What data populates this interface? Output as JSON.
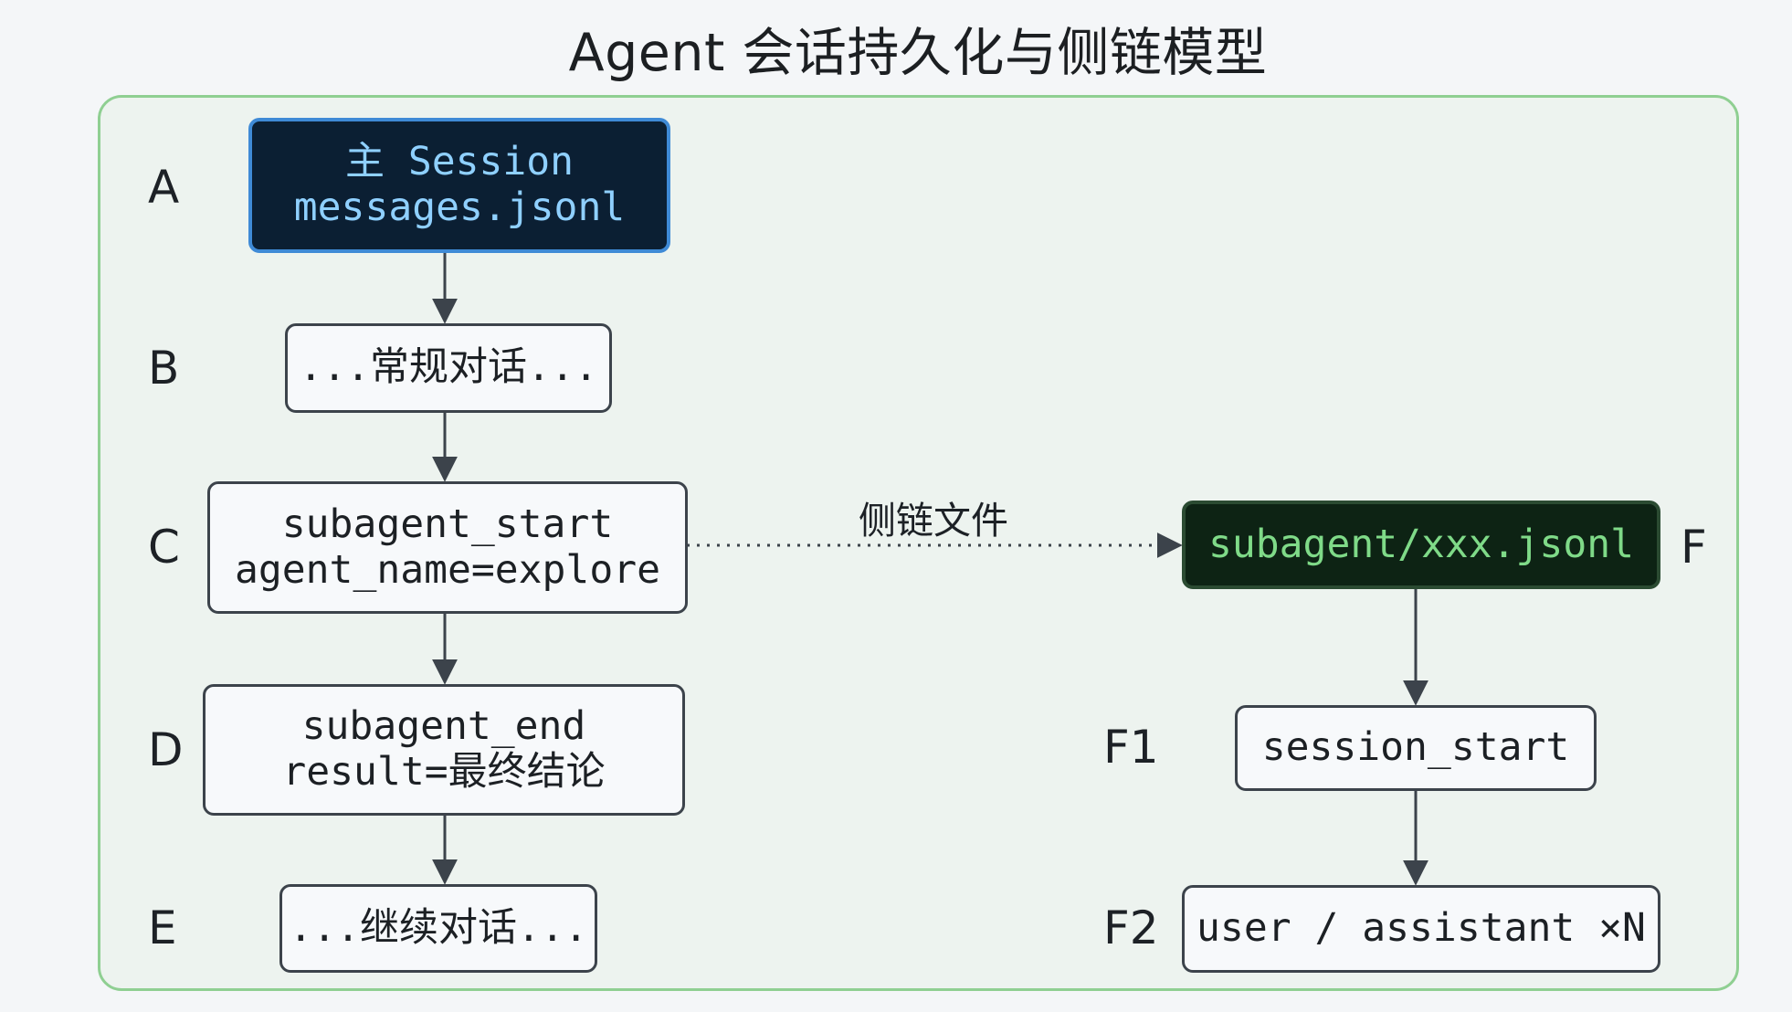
{
  "title": "Agent 会话持久化与侧链模型",
  "colors": {
    "panel_border": "#8fcf92",
    "panel_fill": "#edf3ef",
    "main_node_fill": "#0b1f33",
    "main_node_border": "#3f8ad6",
    "main_node_text": "#8fd0ff",
    "side_node_fill": "#0d2314",
    "side_node_text": "#7fda88",
    "arrow": "#3c434b"
  },
  "labels": {
    "A": "A",
    "B": "B",
    "C": "C",
    "D": "D",
    "E": "E",
    "F": "F",
    "F1": "F1",
    "F2": "F2"
  },
  "nodes": {
    "A": {
      "line1": "主 Session",
      "line2": "messages.jsonl"
    },
    "B": {
      "line1": "...常规对话..."
    },
    "C": {
      "line1": "subagent_start",
      "line2": "agent_name=explore"
    },
    "D": {
      "line1": "subagent_end",
      "line2": "result=最终结论"
    },
    "E": {
      "line1": "...继续对话..."
    },
    "F": {
      "line1": "subagent/xxx.jsonl"
    },
    "F1": {
      "line1": "session_start"
    },
    "F2": {
      "line1": "user / assistant ×N"
    }
  },
  "edges": {
    "C_to_F": {
      "label": "侧链文件",
      "style": "dotted"
    }
  }
}
